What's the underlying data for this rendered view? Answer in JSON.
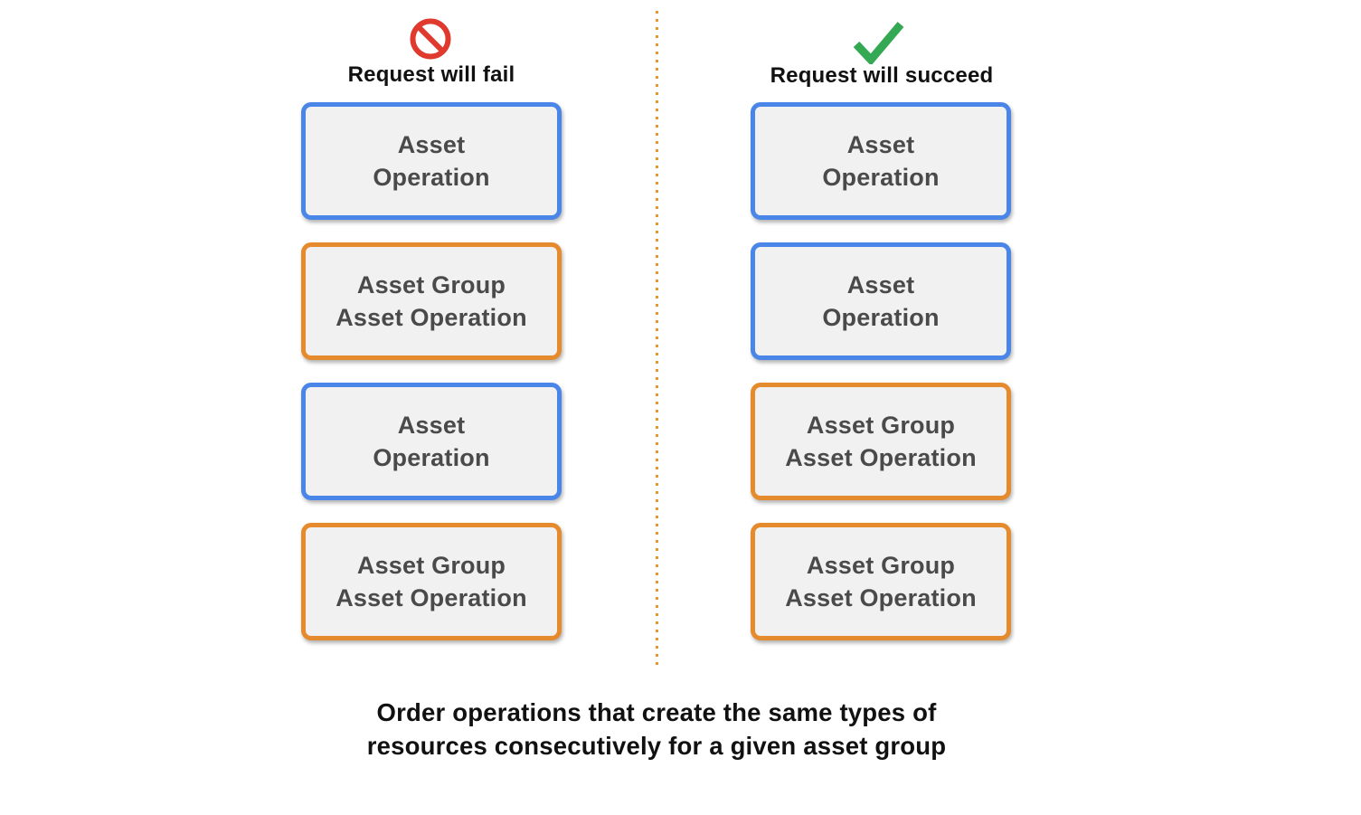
{
  "fail_column": {
    "icon": "prohibition-icon",
    "header": "Request will fail",
    "boxes": [
      {
        "line1": "Asset",
        "line2": "Operation",
        "type": "asset-operation"
      },
      {
        "line1": "Asset Group",
        "line2": "Asset Operation",
        "type": "asset-group-asset-operation"
      },
      {
        "line1": "Asset",
        "line2": "Operation",
        "type": "asset-operation"
      },
      {
        "line1": "Asset Group",
        "line2": "Asset Operation",
        "type": "asset-group-asset-operation"
      }
    ]
  },
  "succeed_column": {
    "icon": "checkmark-icon",
    "header": "Request will succeed",
    "boxes": [
      {
        "line1": "Asset",
        "line2": "Operation",
        "type": "asset-operation"
      },
      {
        "line1": "Asset",
        "line2": "Operation",
        "type": "asset-operation"
      },
      {
        "line1": "Asset Group",
        "line2": "Asset Operation",
        "type": "asset-group-asset-operation"
      },
      {
        "line1": "Asset Group",
        "line2": "Asset Operation",
        "type": "asset-group-asset-operation"
      }
    ]
  },
  "caption": {
    "line1": "Order operations that create the same types of",
    "line2": "resources consecutively for a given asset group"
  },
  "colors": {
    "asset_operation_border": "#4a86e8",
    "asset_group_asset_operation_border": "#e58a2d",
    "box_fill": "#f1f1f2",
    "box_text": "#4a4a4a",
    "fail_icon_red": "#e03a2e",
    "succeed_icon_green": "#34a853",
    "divider_orange": "#e8952e",
    "header_text": "#111111"
  }
}
